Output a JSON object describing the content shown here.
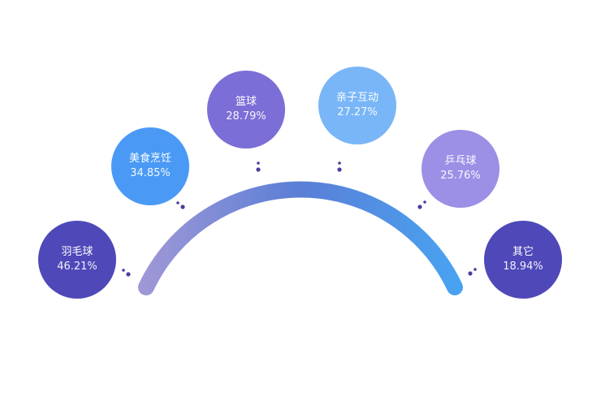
{
  "chart_data": {
    "type": "bubble-arc",
    "title": "",
    "items": [
      {
        "label": "羽毛球",
        "value": "46.21%",
        "color": "#4f48b8"
      },
      {
        "label": "美食烹饪",
        "value": "34.85%",
        "color": "#4a9af5"
      },
      {
        "label": "篮球",
        "value": "28.79%",
        "color": "#7b6ed6"
      },
      {
        "label": "亲子互动",
        "value": "27.27%",
        "color": "#79b6f7"
      },
      {
        "label": "乒乓球",
        "value": "25.76%",
        "color": "#9b8fe6"
      },
      {
        "label": "其它",
        "value": "18.94%",
        "color": "#4f48b8"
      }
    ],
    "arc_gradient": [
      "#9d97d6",
      "#5a7ed6",
      "#49a2f1"
    ],
    "dot_color": "#4a3f9e"
  }
}
